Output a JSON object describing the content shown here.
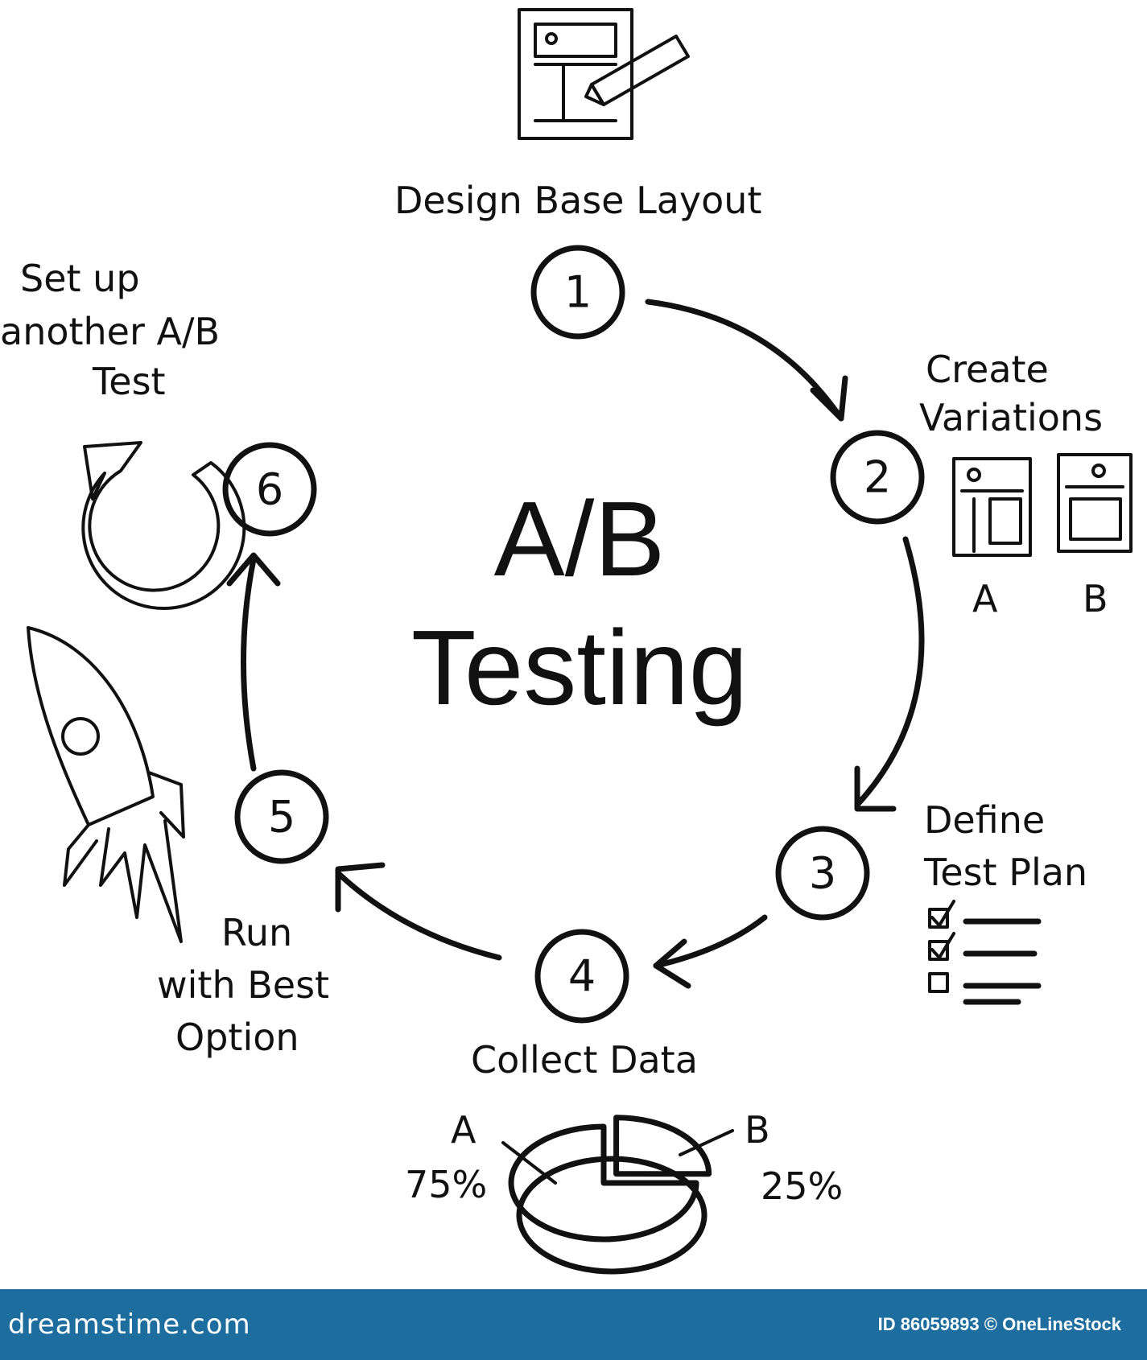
{
  "title": [
    "A/B",
    "Testing"
  ],
  "steps": [
    {
      "number": "1",
      "label_lines": [
        "Design Base Layout"
      ]
    },
    {
      "number": "2",
      "label_lines": [
        "Create",
        "Variations"
      ]
    },
    {
      "number": "3",
      "label_lines": [
        "Define",
        "Test Plan"
      ]
    },
    {
      "number": "4",
      "label_lines": [
        "Collect Data"
      ]
    },
    {
      "number": "5",
      "label_lines": [
        "Run",
        "with Best",
        "Option"
      ]
    },
    {
      "number": "6",
      "label_lines": [
        "Set up",
        "another A/B",
        "Test"
      ]
    }
  ],
  "variations": {
    "a_label": "A",
    "b_label": "B"
  },
  "pie": {
    "slices": [
      {
        "label": "A",
        "percent_label": "75%",
        "value": 75
      },
      {
        "label": "B",
        "percent_label": "25%",
        "value": 25
      }
    ]
  },
  "icons": {
    "step1": "layout-sketch-with-pencil-icon",
    "step2": "two-page-variations-icon",
    "step3": "checklist-icon",
    "step4": "pie-chart-icon",
    "step5": "rocket-icon",
    "step6": "circular-arrow-icon"
  },
  "footer": {
    "brand": "dreamstime.com",
    "credit": "ID 86059893 © OneLineStock"
  },
  "colors": {
    "footer_bg": "#1d6d9e",
    "ink": "#111111"
  }
}
